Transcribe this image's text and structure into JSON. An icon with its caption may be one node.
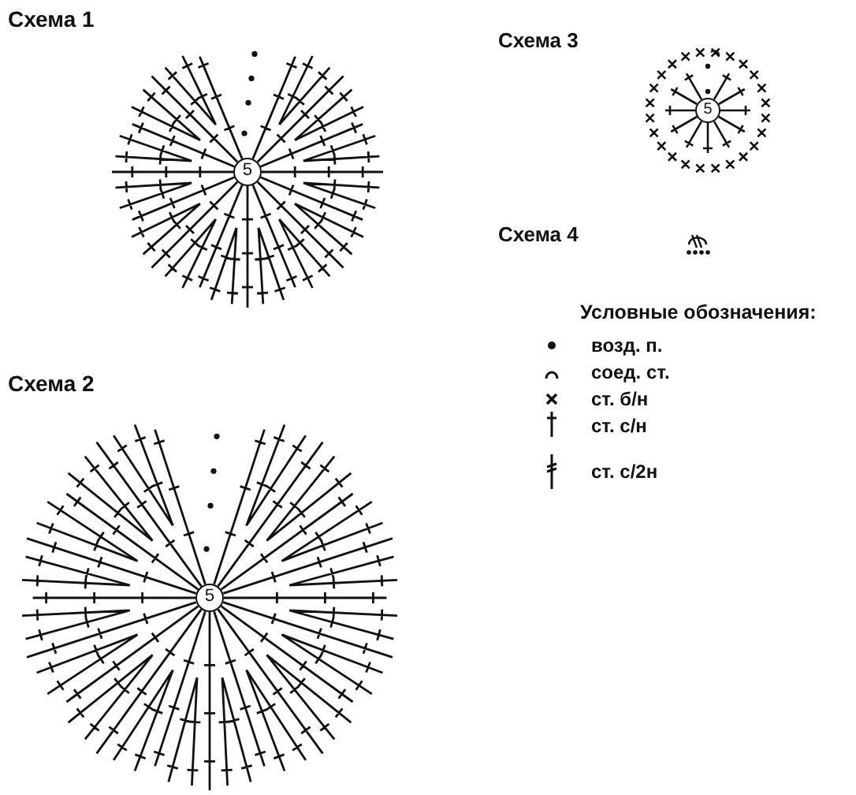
{
  "diagram": {
    "nodes": [
      {
        "text": [
          "5"
        ]
      },
      {
        "text": [
          "5"
        ]
      },
      {
        "text": [
          "5"
        ]
      }
    ],
    "labels": [
      "Схема 1",
      "Схема 3",
      "Схема 4",
      "Условные обозначения:",
      "Схема 2"
    ],
    "legend": [
      {
        "text": "возд. п."
      },
      {
        "text": "соед. ст."
      },
      {
        "text": "ст. б/н"
      },
      {
        "text": "ст. с/н"
      },
      {
        "text": "ст. с/2н"
      }
    ]
  }
}
